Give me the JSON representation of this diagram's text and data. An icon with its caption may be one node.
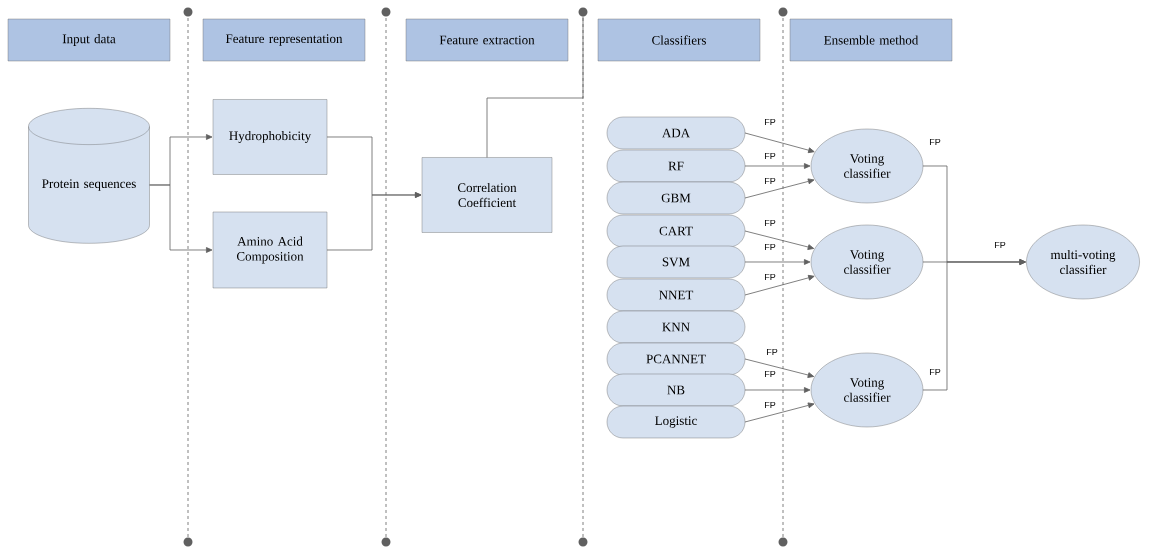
{
  "diagram": {
    "nodes": [
      {
        "text": [
          "Input data"
        ]
      },
      {
        "text": [
          "Feature representation"
        ]
      },
      {
        "text": [
          "Feature extraction"
        ]
      },
      {
        "text": [
          "Classifiers"
        ]
      },
      {
        "text": [
          "Ensemble method"
        ]
      },
      {
        "text": [
          "Protein sequences"
        ]
      },
      {
        "text": [
          "Hydrophobicity"
        ]
      },
      {
        "text": [
          "Amino Acid Composition"
        ]
      },
      {
        "text": [
          "Correlation Coefficient"
        ]
      },
      {
        "text": [
          "ADA"
        ]
      },
      {
        "text": [
          "RF"
        ]
      },
      {
        "text": [
          "GBM"
        ]
      },
      {
        "text": [
          "CART"
        ]
      },
      {
        "text": [
          "SVM"
        ]
      },
      {
        "text": [
          "NNET"
        ]
      },
      {
        "text": [
          "KNN"
        ]
      },
      {
        "text": [
          "PCANNET"
        ]
      },
      {
        "text": [
          "NB"
        ]
      },
      {
        "text": [
          "Logistic"
        ]
      },
      {
        "text": [
          "Voting classifier"
        ]
      },
      {
        "text": [
          "Voting classifier"
        ]
      },
      {
        "text": [
          "Voting classifier"
        ]
      },
      {
        "text": [
          "multi-voting classifier"
        ]
      },
      {
        "text": [],
        "shape": "circle"
      }
    ],
    "edges": [
      {
        "from": 5,
        "to": 6,
        "arrow": "to"
      },
      {
        "from": 5,
        "to": 7,
        "arrow": "to"
      },
      {
        "from": 6,
        "to": 8,
        "arrow": "to"
      },
      {
        "from": 7,
        "to": 8,
        "arrow": "to"
      },
      {
        "from": 8,
        "to": 23,
        "arrow": "none"
      },
      {
        "from": 9,
        "to": 19,
        "arrow": "to",
        "label": "FP"
      },
      {
        "from": 10,
        "to": 19,
        "arrow": "to",
        "label": "FP"
      },
      {
        "from": 11,
        "to": 19,
        "arrow": "to",
        "label": "FP"
      },
      {
        "from": 12,
        "to": 20,
        "arrow": "to",
        "label": "FP"
      },
      {
        "from": 13,
        "to": 20,
        "arrow": "to",
        "label": "FP"
      },
      {
        "from": 14,
        "to": 20,
        "arrow": "to",
        "label": "FP"
      },
      {
        "from": 16,
        "to": 21,
        "arrow": "to",
        "label": "FP"
      },
      {
        "from": 17,
        "to": 21,
        "arrow": "to",
        "label": "FP"
      },
      {
        "from": 18,
        "to": 21,
        "arrow": "to",
        "label": "FP"
      },
      {
        "from": 19,
        "to": 22,
        "arrow": "to",
        "label": "FP"
      },
      {
        "from": 20,
        "to": 22,
        "arrow": "to",
        "label": "FP"
      },
      {
        "from": 21,
        "to": 22,
        "arrow": "to",
        "label": "FP"
      }
    ]
  }
}
